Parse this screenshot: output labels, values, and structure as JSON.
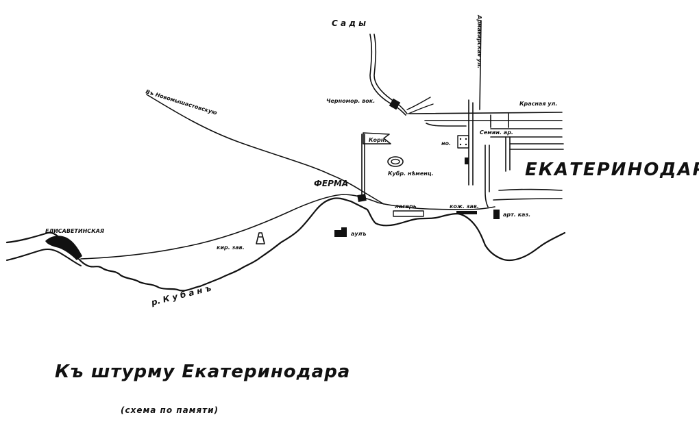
{
  "map": {
    "labels": {
      "sady": "С а д ы",
      "armavir_street": "Армавирская ул.",
      "chernomor_station": "Черномор. вок.",
      "krasnaya_street": "Красная ул.",
      "road_novomyshastovskaya": "Въ Новомышастовскую",
      "korn": "Корн.",
      "no": "но.",
      "seminary": "Семин. ар.",
      "kuban_women": "Кубр. нѣменц.",
      "ekaterinodar": "ЕКАТЕРИНОДАРЪ",
      "ferma": "ФЕРМА",
      "lager": "лагерь",
      "kozh_zav": "кож. зав.",
      "art_kaz": "арт. каз.",
      "elisavetinskaya": "ЕЛИСАВЕТИНСКАЯ",
      "kirp_zav": "кир. зав.",
      "aul": "аулъ",
      "kuban_river": "р. К у б а н ъ"
    },
    "title": "Къ штурму Екатеринодара",
    "subtitle": "(схема по памяти)"
  }
}
